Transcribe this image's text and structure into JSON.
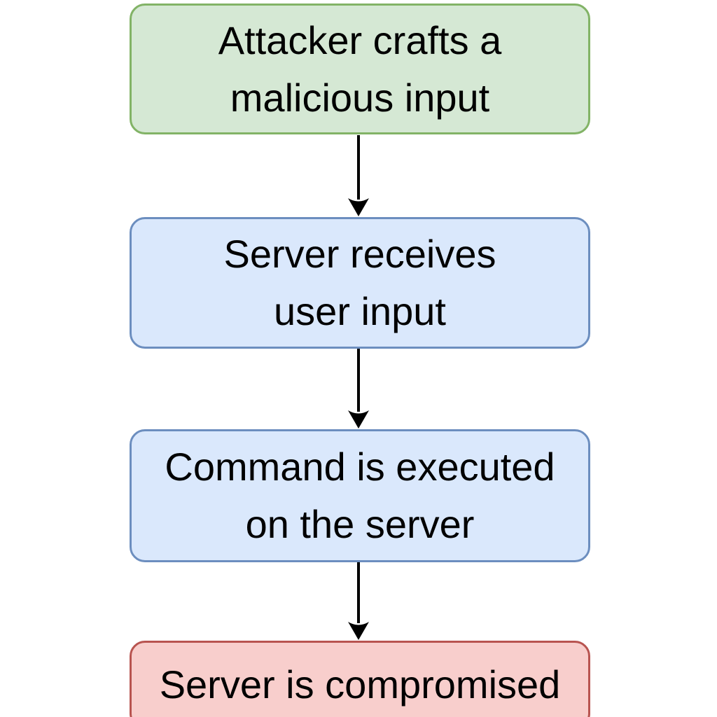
{
  "canvas": {
    "background": "#ffffff"
  },
  "flowchart": {
    "arrow_color": "#000000",
    "text_color": "#000000",
    "nodes": [
      {
        "id": "attacker-crafts-input",
        "lines": [
          "Attacker crafts a",
          "malicious input"
        ],
        "fill": "#d5e8d4",
        "border": "#82b366"
      },
      {
        "id": "server-receives-input",
        "lines": [
          "Server receives",
          "user input"
        ],
        "fill": "#dae8fc",
        "border": "#6c8ebf"
      },
      {
        "id": "command-executed",
        "lines": [
          "Command is executed",
          "on the server"
        ],
        "fill": "#dae8fc",
        "border": "#6c8ebf"
      },
      {
        "id": "server-compromised",
        "lines": [
          "Server is compromised"
        ],
        "fill": "#f8cecc",
        "border": "#b85450"
      }
    ],
    "edges": [
      {
        "from": "attacker-crafts-input",
        "to": "server-receives-input"
      },
      {
        "from": "server-receives-input",
        "to": "command-executed"
      },
      {
        "from": "command-executed",
        "to": "server-compromised"
      }
    ]
  }
}
